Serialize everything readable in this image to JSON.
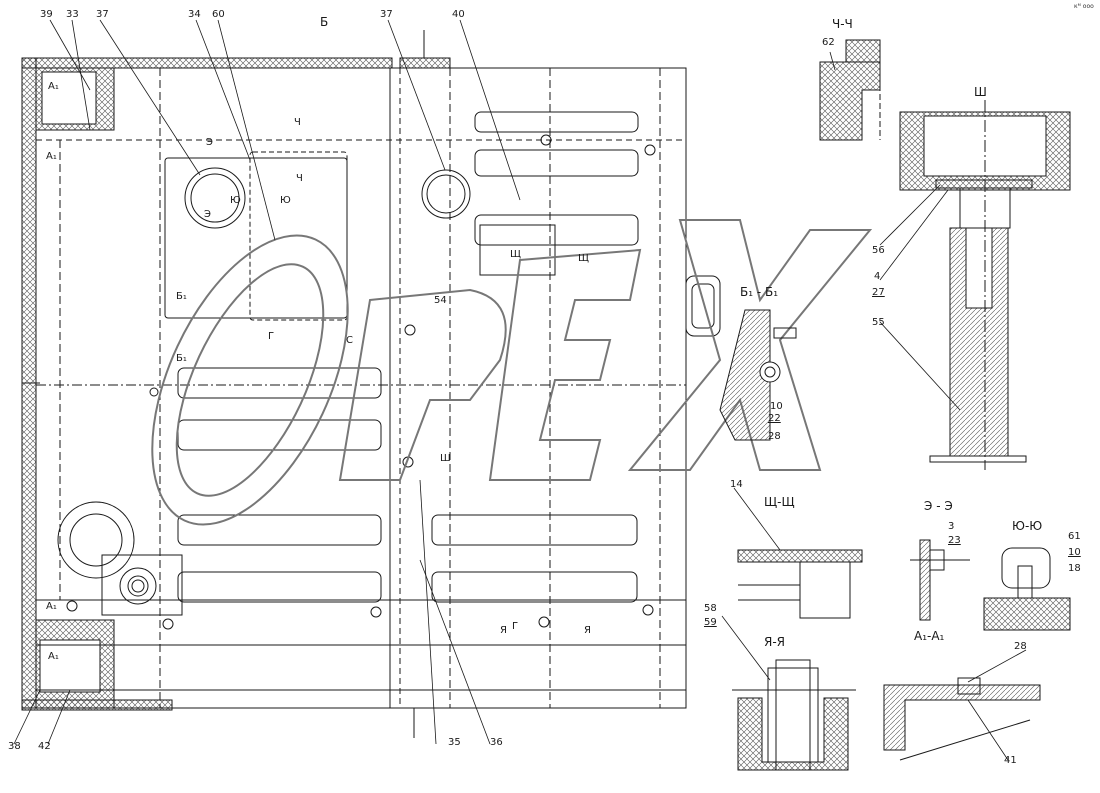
{
  "labels": {
    "n39": "39",
    "n33": "33",
    "n37a": "37",
    "n34": "34",
    "n60": "60",
    "b_top": "Б",
    "n37b": "37",
    "n40": "40",
    "e": "Э",
    "ch": "Ч",
    "ch2": "Ч",
    "yu": "Ю",
    "yu2": "Ю",
    "e2": "Э",
    "a1_top": "А₁",
    "a1_mid": "А₁",
    "b1_a": "Б₁",
    "b1_b": "Б₁",
    "sh1": "Щ",
    "sh2": "Щ",
    "g_left": "Г",
    "s_left": "С",
    "n54": "54",
    "sh_mid": "Ш",
    "ya_l": "Я",
    "g_low": "Г",
    "ya_r": "Я",
    "a1_bot": "А₁",
    "a1_bot2": "А₁",
    "n38": "38",
    "n42": "42",
    "n35": "35",
    "n36": "36",
    "sec_chch": "Ч-Ч",
    "n62": "62",
    "sec_sh": "Ш",
    "n56": "56",
    "n4": "4",
    "n27": "27",
    "n55": "55",
    "sec_b1b1": "Б₁ - Б₁",
    "n10a": "10",
    "n22": "22",
    "n28a": "28",
    "n14": "14",
    "sec_shsh": "Щ-Щ",
    "sec_ee": "Э - Э",
    "n3": "3",
    "n23": "23",
    "sec_yuyu": "Ю-Ю",
    "n61": "61",
    "n10b": "10",
    "n18": "18",
    "sec_a1a1": "А₁-А₁",
    "n58": "58",
    "n59": "59",
    "sec_yaya": "Я-Я",
    "n28b": "28",
    "n41": "41",
    "corner": "кᴹ ооо"
  },
  "watermark": "OPEX",
  "colors": {
    "line": "#1a1a1a",
    "hatch": "#555555",
    "mark": "#777777"
  }
}
